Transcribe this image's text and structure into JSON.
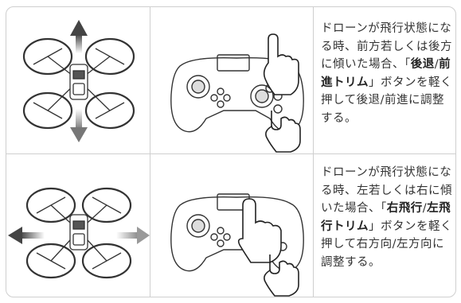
{
  "instructions": [
    {
      "pre": "ドローンが飛行状態になる時、前方若しくは後方に傾いた場合、",
      "lq": "「",
      "b1": "後退",
      "sep": "/",
      "b2": "前進トリム",
      "rq": "」",
      "post": "ボタンを軽く押して後退/前進に調整する。"
    },
    {
      "pre": "ドローンが飛行状態になる時、左若しくは右に傾いた場合、",
      "lq": "「",
      "b1": "右飛行",
      "sep": "/",
      "b2": "左飛行トリム",
      "rq": "」",
      "post": "ボタンを軽く押して右方向/左方向に調整する。"
    }
  ],
  "colors": {
    "border": "#cfcfcf",
    "text": "#333333",
    "arrow": "#888888",
    "line": "#333333"
  },
  "icons": [
    "drone-icon",
    "gamepad-icon",
    "pointing-hand-icon",
    "arrow-up-icon",
    "arrow-down-icon",
    "arrow-left-icon",
    "arrow-right-icon"
  ]
}
